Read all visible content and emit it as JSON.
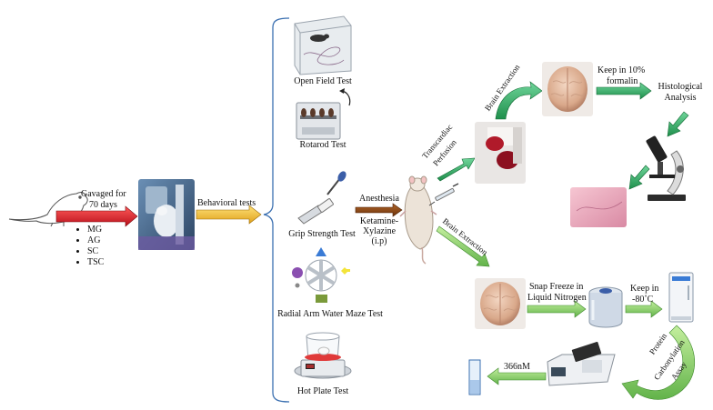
{
  "treatment": {
    "gavage": "Gavaged for",
    "duration": "70 days",
    "groups": [
      "MG",
      "AG",
      "SC",
      "TSC"
    ]
  },
  "behavioral": {
    "label": "Behavioral tests",
    "tests": [
      "Open Field Test",
      "Rotarod Test",
      "Grip Strength Test",
      "Radial Arm Water Maze Test",
      "Hot Plate Test"
    ]
  },
  "anesthesia": {
    "title": "Anesthesia",
    "agent1": "Ketamine-",
    "agent2": "Xylazine",
    "route": "(i.p)"
  },
  "upper_path": {
    "perfusion1": "Transcardiac",
    "perfusion2": "Perfusion",
    "extraction": "Brain Extraction",
    "keep1": "Keep in 10%",
    "keep2": "formalin",
    "histo1": "Histological",
    "histo2": "Analysis"
  },
  "lower_path": {
    "extraction": "Brain Extraction",
    "snap1": "Snap Freeze in",
    "snap2": "Liquid Nitrogen",
    "keep1": "Keep in",
    "keep2": "-80˚C",
    "assay1": "Protein",
    "assay2": "Carbonylation",
    "assay3": "Assay",
    "wavelength": "366nM"
  },
  "colors": {
    "red_arrow": "#e0202a",
    "yellow_arrow": "#f2c230",
    "brown_arrow": "#8b4513",
    "green_arrow": "#3bb36a",
    "light_green_arrow": "#8fd16a",
    "bracket": "#3a6fb0"
  }
}
